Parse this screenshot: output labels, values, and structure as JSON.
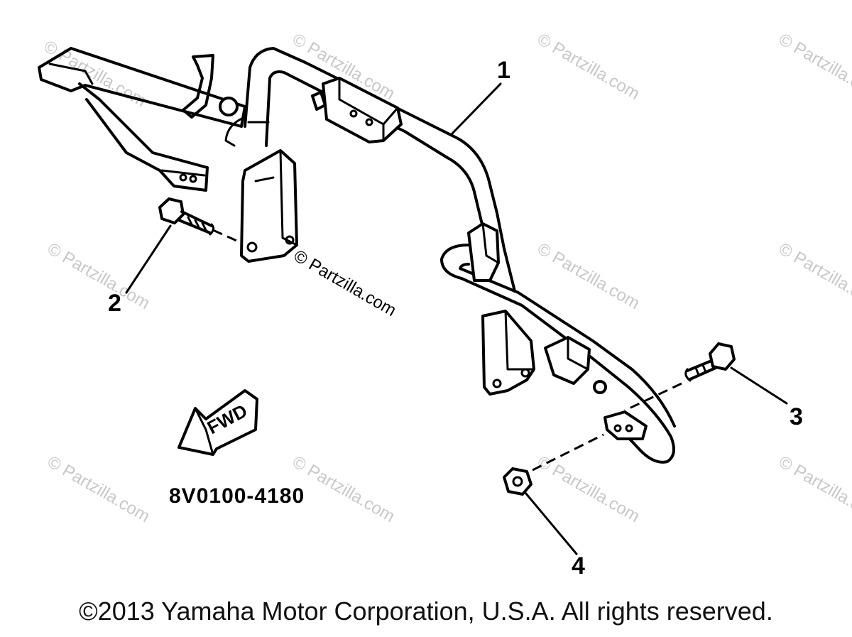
{
  "callouts": {
    "c1": "1",
    "c2": "2",
    "c3": "3",
    "c4": "4"
  },
  "part_number": "8V0100-4180",
  "fwd_label": "FWD",
  "watermark": "© Partzilla.com",
  "copyright": "©2013 Yamaha Motor Corporation, U.S.A. All rights reserved."
}
